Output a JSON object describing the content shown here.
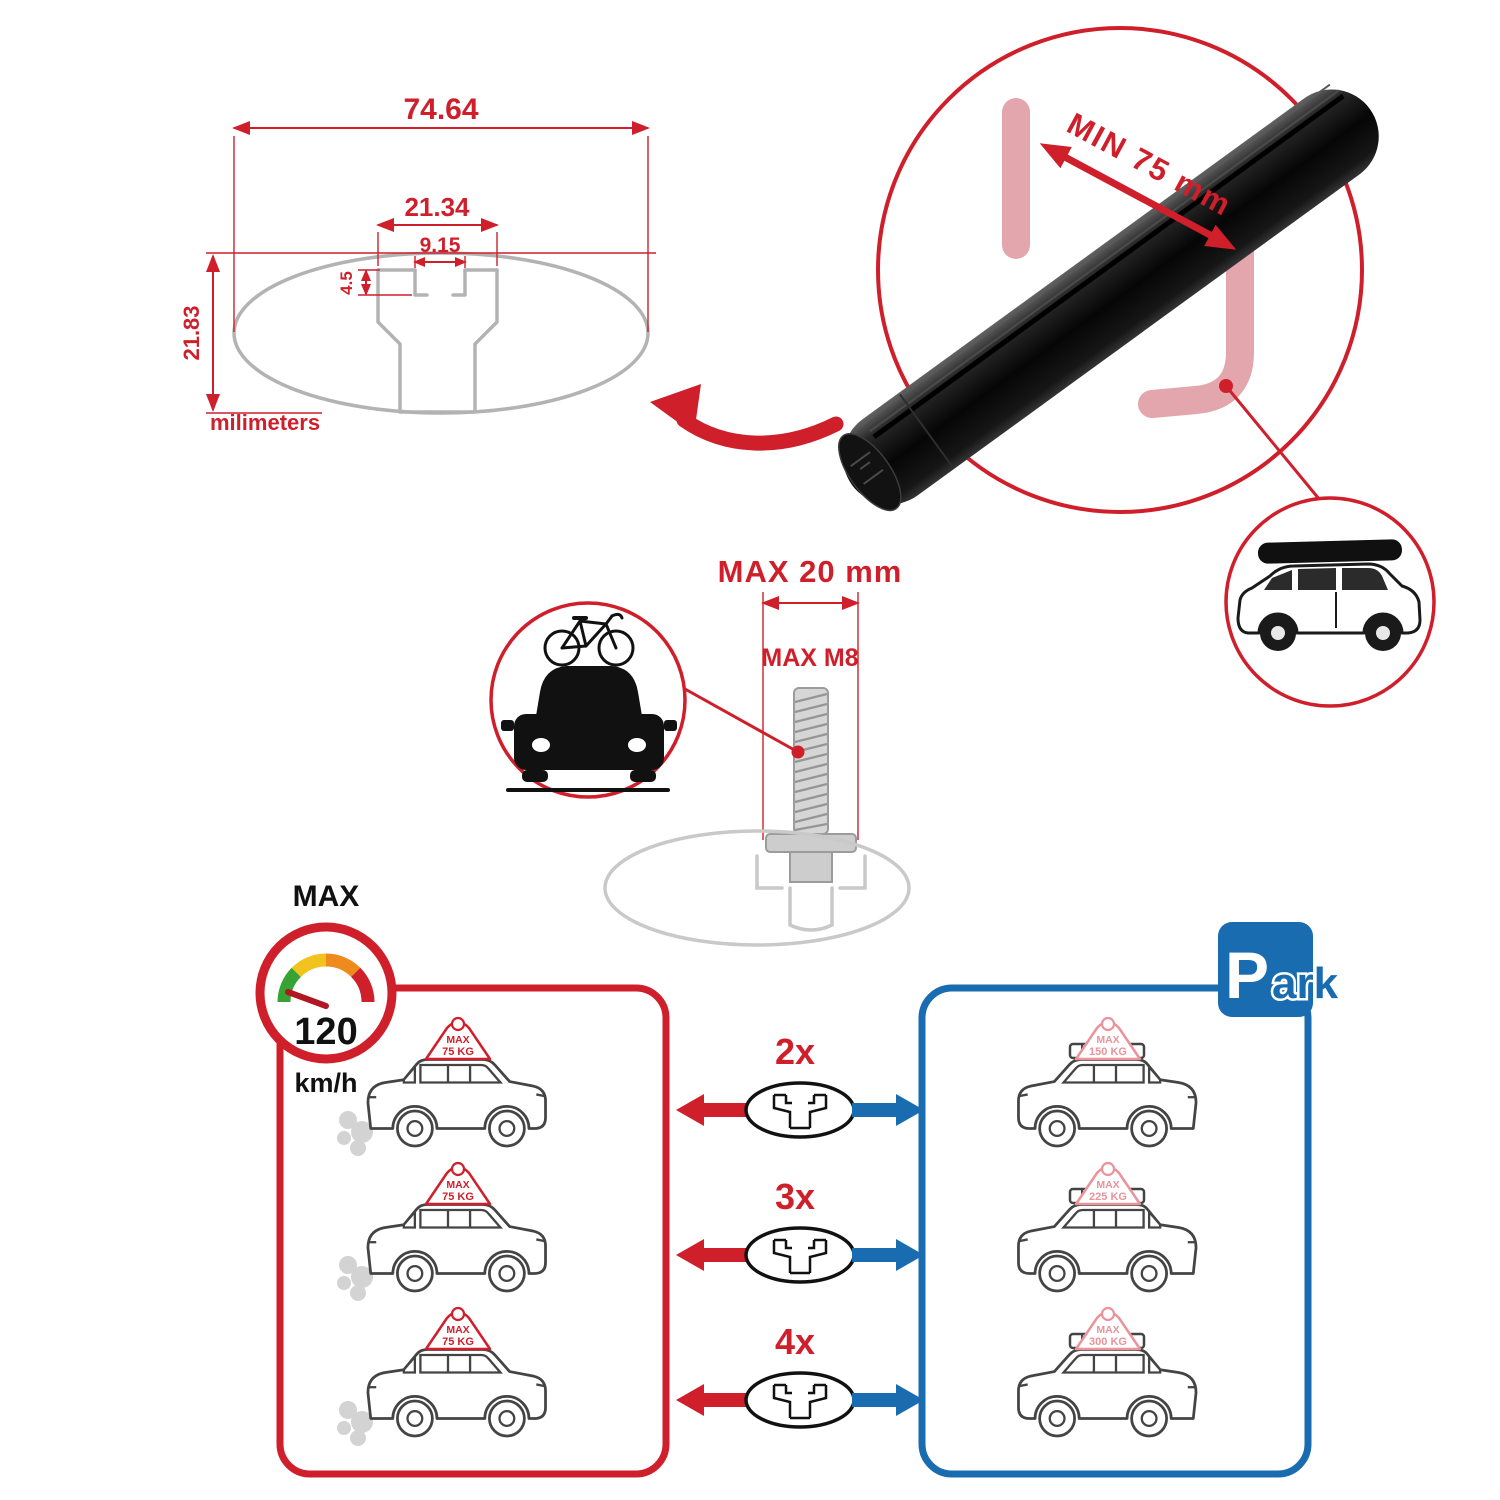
{
  "colors": {
    "accent_red": "#cf1f2b",
    "accent_blue": "#1a6cb0",
    "faded_red": "#e9939b",
    "gauge_green": "#36a335",
    "gauge_yellow": "#f2c21d",
    "gauge_orange": "#ef8b1d",
    "ghost_gray": "#c9c9c9",
    "bar_black": "#0a0a0a"
  },
  "profile_dimensions": {
    "total_width": "74.64",
    "slot_outer_width": "21.34",
    "slot_opening_width": "9.15",
    "lip_depth": "4.5",
    "total_height": "21.83",
    "units_label": "milimeters"
  },
  "crossbar_detail": {
    "min_span_label": "MIN 75 mm"
  },
  "bolt_spec": {
    "max_width_label": "MAX 20 mm",
    "max_thread_label": "MAX M8"
  },
  "speed_limit": {
    "title": "MAX",
    "value": "120",
    "unit": "km/h"
  },
  "park_sign": {
    "initial": "P",
    "rest": "ark"
  },
  "comparison": {
    "rows": [
      {
        "count": "2x",
        "left_load": {
          "title": "MAX",
          "value": "75 KG"
        },
        "right_load": {
          "title": "MAX",
          "value": "150 KG"
        }
      },
      {
        "count": "3x",
        "left_load": {
          "title": "MAX",
          "value": "75 KG"
        },
        "right_load": {
          "title": "MAX",
          "value": "225 KG"
        }
      },
      {
        "count": "4x",
        "left_load": {
          "title": "MAX",
          "value": "75 KG"
        },
        "right_load": {
          "title": "MAX",
          "value": "300 KG"
        }
      }
    ]
  }
}
